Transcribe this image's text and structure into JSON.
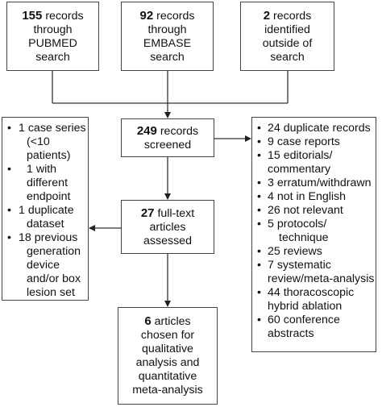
{
  "source_pubmed": {
    "count": "155",
    "lines": [
      "records",
      "through",
      "PUBMED",
      "search"
    ]
  },
  "source_embase": {
    "count": "92",
    "lines": [
      "records",
      "through",
      "EMBASE",
      "search"
    ]
  },
  "source_outside": {
    "count": "2",
    "lines": [
      "records",
      "identified",
      "outside of",
      "search"
    ]
  },
  "screened": {
    "count": "249",
    "lines": [
      "records",
      "screened"
    ]
  },
  "fulltext": {
    "count": "27",
    "lines": [
      "full-text",
      "articles",
      "assessed"
    ]
  },
  "chosen": {
    "count": "6",
    "lines": [
      "articles",
      "chosen for",
      "qualitative",
      "analysis and",
      "quantitative",
      "meta-analysis"
    ]
  },
  "excluded_fulltext": [
    [
      "1 case series",
      "(<10",
      "patients)"
    ],
    [
      "1 with",
      "different",
      "endpoint"
    ],
    [
      "1 duplicate",
      "dataset"
    ],
    [
      "18 previous",
      "generation",
      "device",
      "and/or box",
      "lesion set"
    ]
  ],
  "excluded_screening": [
    [
      "24 duplicate records"
    ],
    [
      "9 case reports"
    ],
    [
      "15 editorials/",
      "commentary"
    ],
    [
      "3 erratum/withdrawn"
    ],
    [
      "4 not in English"
    ],
    [
      "26 not relevant"
    ],
    [
      "5 protocols/",
      "technique"
    ],
    [
      "25 reviews"
    ],
    [
      "7 systematic",
      "review/meta-analysis"
    ],
    [
      "44 thoracoscopic",
      "hybrid ablation"
    ],
    [
      "60 conference",
      "abstracts"
    ]
  ]
}
